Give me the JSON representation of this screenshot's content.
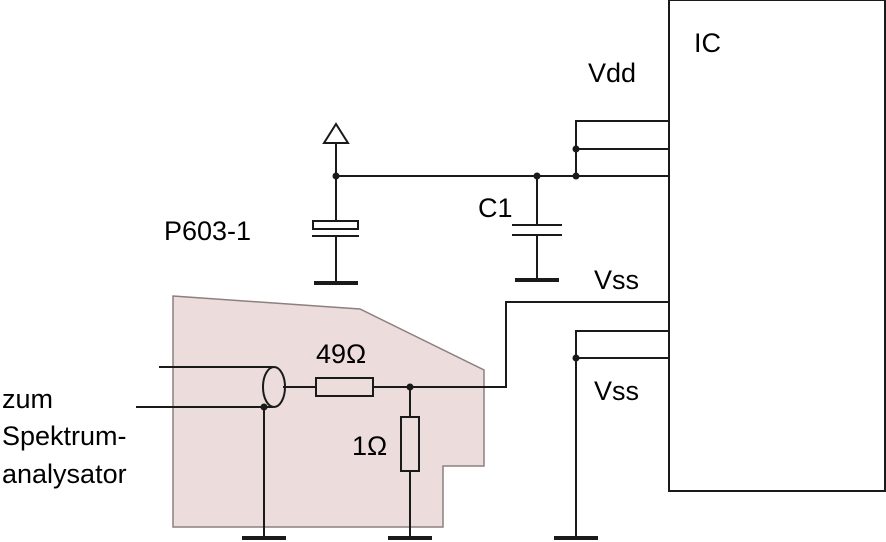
{
  "labels": {
    "ic": "IC",
    "vdd": "Vdd",
    "vss_top": "Vss",
    "vss_bottom": "Vss",
    "c1": "C1",
    "p603": "P603-1",
    "r49": "49Ω",
    "r1": "1Ω",
    "analyzer_line1": "zum",
    "analyzer_line2": "Spektrum-",
    "analyzer_line3": "analysator"
  },
  "colors": {
    "probe_fill": "#eddcdc",
    "probe_stroke": "#8c8080",
    "wire": "#1a1a1a"
  }
}
